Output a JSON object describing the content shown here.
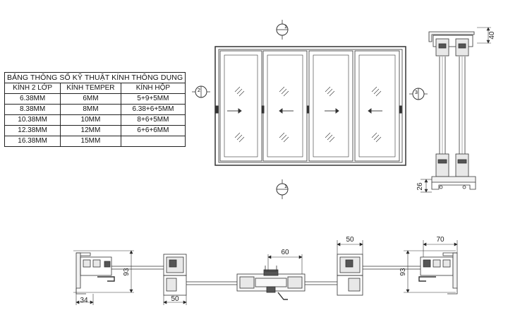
{
  "table": {
    "title": "BẢNG THÔNG SỐ KỸ THUẬT KÍNH  THÔNG DỤNG",
    "headers": [
      "KÍNH 2 LỚP",
      "KÍNH TEMPER",
      "KÍNH HỘP"
    ],
    "rows": [
      [
        "6.38MM",
        "6MM",
        "5+9+5MM"
      ],
      [
        "8.38MM",
        "8MM",
        "6.38+6+5MM"
      ],
      [
        "10.38MM",
        "10MM",
        "8+6+5MM"
      ],
      [
        "12.38MM",
        "12MM",
        "6+6+6MM"
      ],
      [
        "16.38MM",
        "15MM",
        ""
      ]
    ]
  },
  "section_markers": {
    "top": "1",
    "bottom": "1",
    "left": "2",
    "right": "3"
  },
  "dimensions": {
    "side_top_height": "40",
    "side_bottom_height": "26",
    "plan_left_height": "93",
    "plan_left_width": "34",
    "plan_left_inner_width": "50",
    "plan_center_width": "60",
    "plan_right_inner_width": "50",
    "plan_right_width": "70",
    "plan_right_height": "93"
  }
}
